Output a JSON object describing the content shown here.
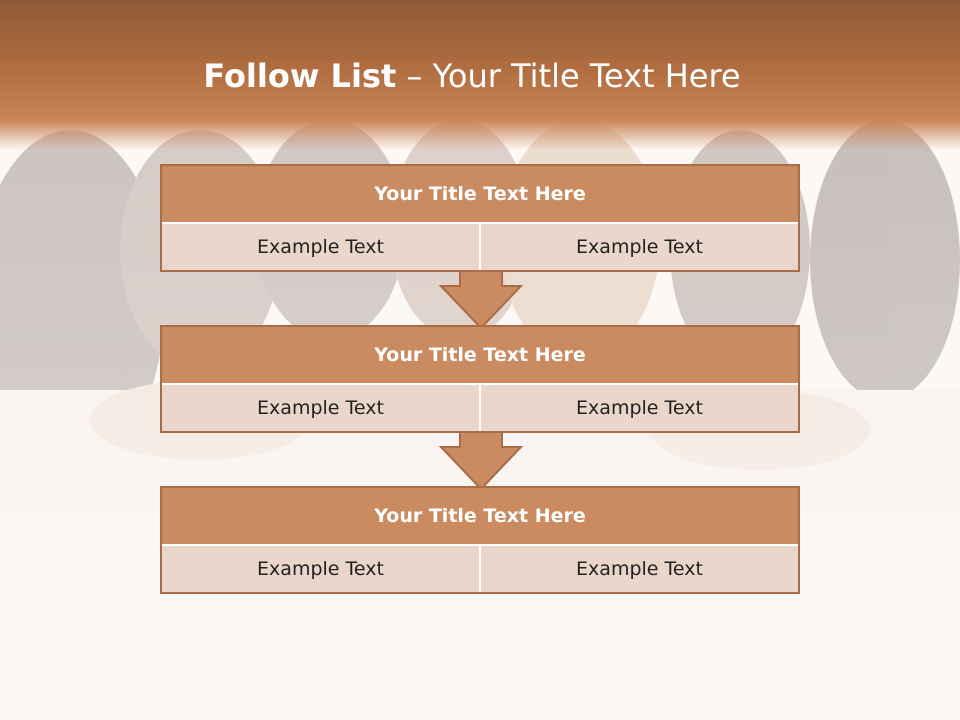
{
  "slide": {
    "title_bold": "Follow List",
    "title_rest": " – Your Title Text Here"
  },
  "steps": [
    {
      "title": "Your Title Text Here",
      "left": "Example Text",
      "right": "Example Text"
    },
    {
      "title": "Your Title Text Here",
      "left": "Example Text",
      "right": "Example Text"
    },
    {
      "title": "Your Title Text Here",
      "left": "Example Text",
      "right": "Example Text"
    }
  ],
  "colors": {
    "header": "#b06d40",
    "box_head": "#c98b5f",
    "box_border": "#a96c44",
    "cell": "#ead6cb"
  }
}
